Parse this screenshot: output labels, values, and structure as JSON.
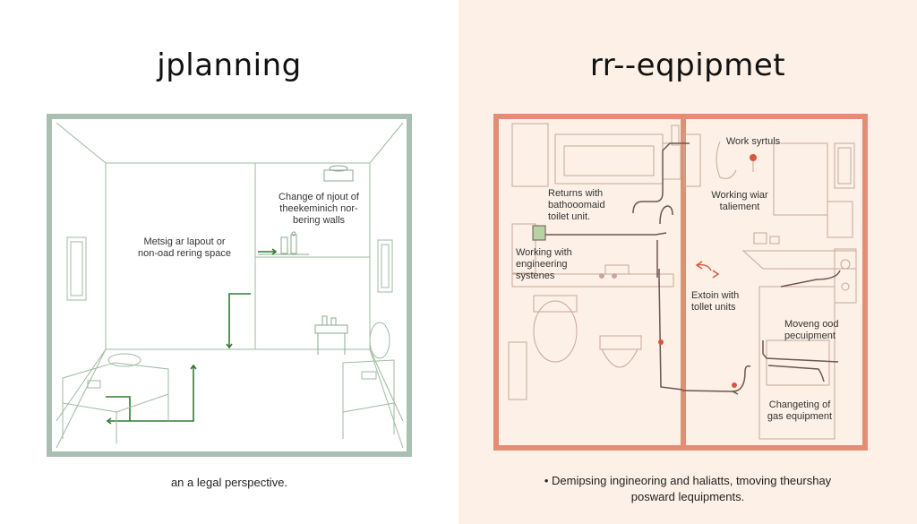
{
  "colors": {
    "left_frame": "#a9bfb1",
    "right_frame": "#e38d76",
    "green_line": "#7aa67f",
    "green_arrow": "#2f7a36",
    "right_bg": "#fcf0e7",
    "sketch_brown": "#c79a8a"
  },
  "left": {
    "title": "jplanning",
    "label_walls": "Change of njout of\ntheekeminich nor-\nbering walls",
    "label_space": "Metsig ar lapout or\nnon-oad rering space",
    "caption": "an a legal perspective."
  },
  "right": {
    "title": "rr--eqpipmet",
    "label_work": "Work syrtuls",
    "label_returns": "Returns with\nbathooomaid\ntoilet unit.",
    "label_working_wiar": "Working wiar\ntaliement",
    "label_engineering": "Working with\nengineering\nsystenes",
    "label_extoin": "Extoin with\ntollet units",
    "label_moving": "Moveng ood\npecuipment",
    "label_gas": "Changeting of\ngas equipment",
    "caption_line1": "• Demipsing ingineoring and haliatts, tmoving theurshay",
    "caption_line2": "posward lequipments."
  },
  "icons": [
    "sink-icon",
    "toilet-icon",
    "bathtub-icon",
    "pipe-icon",
    "shower-icon",
    "arrow-icon"
  ]
}
